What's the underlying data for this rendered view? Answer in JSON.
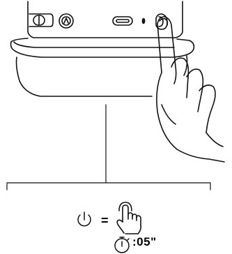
{
  "instruction": {
    "operator": "=",
    "duration": ":05\""
  },
  "icons": {
    "power": "power-icon",
    "tap": "finger-tap-icon",
    "timer": "stopwatch-icon",
    "usb_port": "usb-c-port",
    "indicator": "status-led",
    "power_button": "power-button"
  },
  "colors": {
    "stroke": "#111111",
    "background": "#ffffff"
  }
}
